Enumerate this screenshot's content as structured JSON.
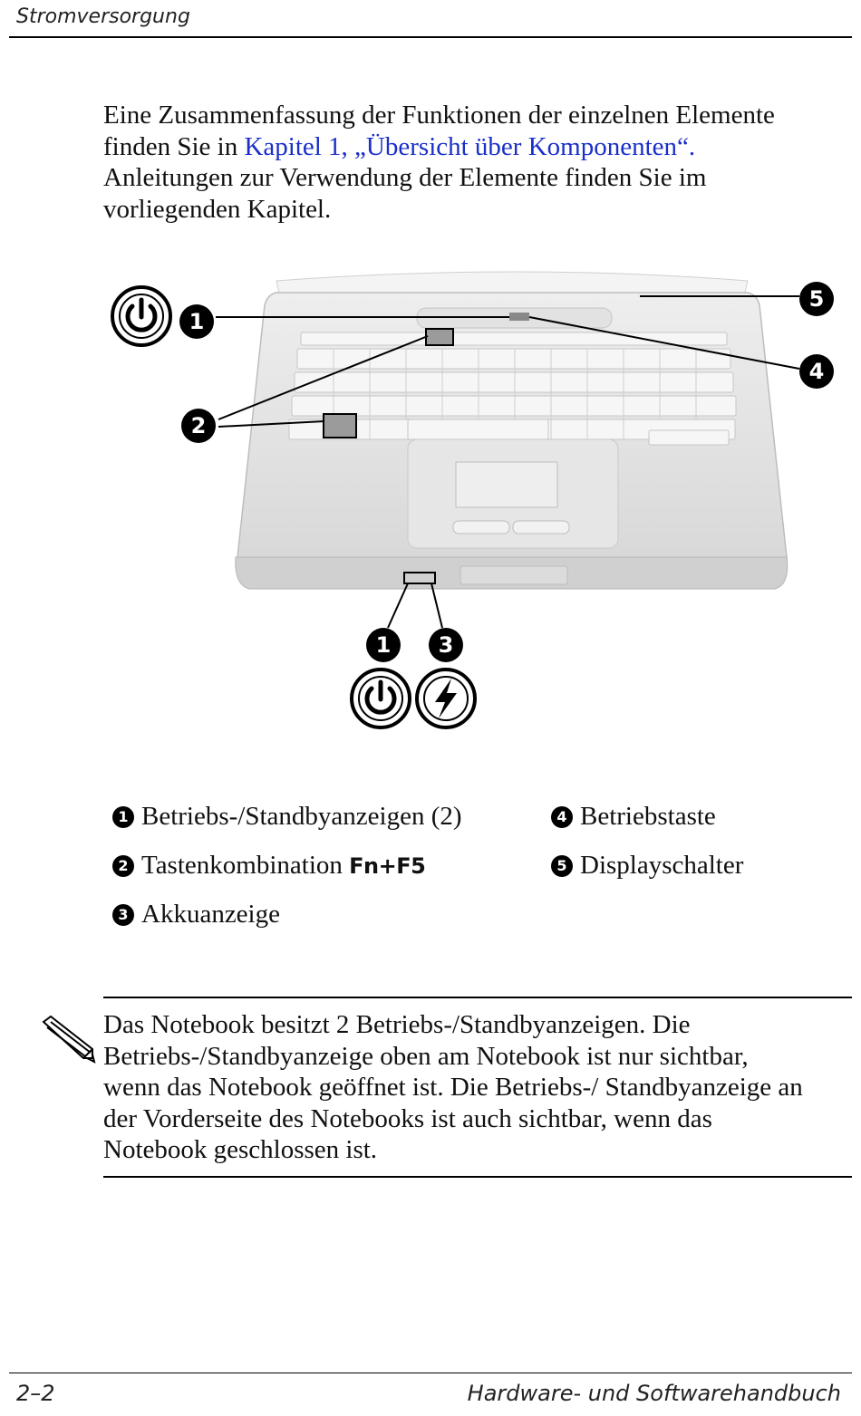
{
  "header": {
    "section": "Stromversorgung"
  },
  "intro": {
    "text_before_link": "Eine Zusammenfassung der Funktionen der einzelnen Elemente finden Sie in ",
    "link_text": "Kapitel 1, „Übersicht über Komponenten“.",
    "text_after_link": " Anleitungen zur Verwendung der Elemente finden Sie im vorliegenden Kapitel."
  },
  "figure": {
    "callouts": [
      "1",
      "2",
      "4",
      "5",
      "1",
      "3"
    ],
    "icons": [
      "power-icon",
      "battery-bolt-icon"
    ]
  },
  "legend": {
    "items": [
      {
        "num": "1",
        "label": "Betriebs-/Standbyanzeigen (2)"
      },
      {
        "num": "2",
        "label": "Tastenkombination ",
        "key": "Fn+F5"
      },
      {
        "num": "3",
        "label": "Akkuanzeige"
      },
      {
        "num": "4",
        "label": "Betriebstaste"
      },
      {
        "num": "5",
        "label": "Displayschalter"
      }
    ]
  },
  "note": {
    "icon": "pencil-note-icon",
    "text": "Das Notebook besitzt 2 Betriebs-/Standbyanzeigen. Die Betriebs-/Standbyanzeige oben am Notebook ist nur sichtbar, wenn das Notebook geöffnet ist. Die Betriebs-/ Standbyanzeige an der Vorderseite des Notebooks ist auch sichtbar, wenn das Notebook geschlossen ist."
  },
  "footer": {
    "page": "2–2",
    "title": "Hardware- und Softwarehandbuch"
  }
}
